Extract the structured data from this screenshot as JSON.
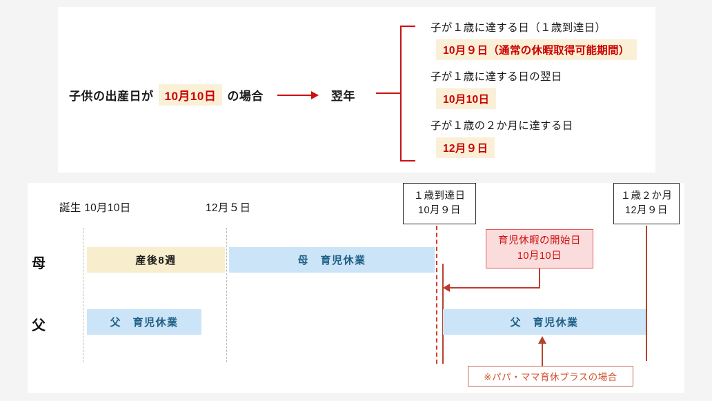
{
  "top_panel": {
    "case_prefix": "子供の出産日が",
    "case_date": "10月10日",
    "case_suffix": "の場合",
    "next_year": "翌年",
    "branches": [
      {
        "title": "子が１歳に達する日（１歳到達日）",
        "value": "10月９日（通常の休暇取得可能期間）"
      },
      {
        "title": "子が１歳に達する日の翌日",
        "value": "10月10日"
      },
      {
        "title": "子が１歳の２か月に達する日",
        "value": "12月９日"
      }
    ]
  },
  "timeline": {
    "ticks": [
      {
        "label": "誕生 10月10日"
      },
      {
        "label": "12月５日"
      }
    ],
    "rows": [
      {
        "label": "母"
      },
      {
        "label": "父"
      }
    ],
    "bars": [
      {
        "label": "産後8週",
        "row": "母",
        "style": "beige"
      },
      {
        "label": "母　育児休業",
        "row": "母",
        "style": "blue"
      },
      {
        "label": "父　育児休業",
        "row": "父",
        "style": "blue"
      },
      {
        "label": "父　育児休業",
        "row": "父",
        "style": "blue"
      }
    ],
    "date_boxes": [
      {
        "line1": "１歳到達日",
        "line2": "10月９日"
      },
      {
        "line1": "１歳２か月",
        "line2": "12月９日"
      }
    ],
    "callout": {
      "line1": "育児休暇の開始日",
      "line2": "10月10日"
    },
    "note": "※パパ・ママ育休プラスの場合"
  },
  "colors": {
    "accent_red": "#cc1111",
    "highlight_bg": "#faf0d7",
    "bar_beige": "#f8eecd",
    "bar_blue": "#cce4f7",
    "callout_bg": "#fbdcdc"
  }
}
